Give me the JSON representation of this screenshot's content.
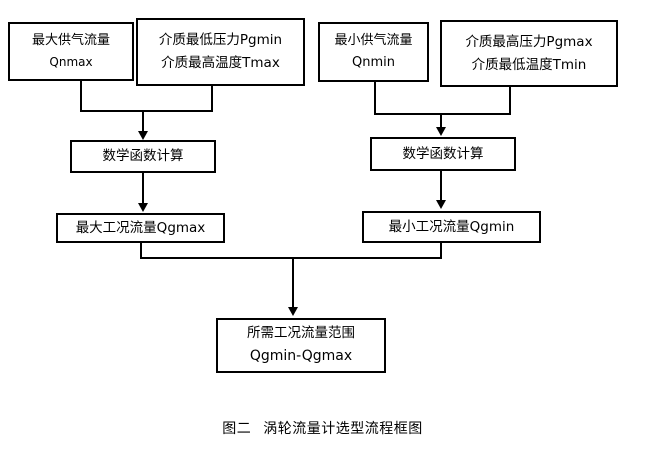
{
  "figure": {
    "caption_label": "图二",
    "caption_text": "涡轮流量计选型流程框图"
  },
  "diagram": {
    "type": "flowchart",
    "colors": {
      "background": "#ffffff",
      "box_border": "#000000",
      "box_fill": "#ffffff",
      "connector": "#000000",
      "text": "#000000"
    },
    "nodes": [
      {
        "id": "qnmax",
        "role": "input",
        "line1": "最大供气流量",
        "line2": "Qnmax"
      },
      {
        "id": "pgmin",
        "role": "input",
        "line1": "介质最低压力Pgmin",
        "line2": "介质最高温度Tmax"
      },
      {
        "id": "qnmin",
        "role": "input",
        "line1": "最小供气流量",
        "line2": "Qnmin"
      },
      {
        "id": "pgmax",
        "role": "input",
        "line1": "介质最高压力Pgmax",
        "line2": "介质最低温度Tmin"
      },
      {
        "id": "math_left",
        "role": "process",
        "line1": "数学函数计算"
      },
      {
        "id": "math_right",
        "role": "process",
        "line1": "数学函数计算"
      },
      {
        "id": "qgmax",
        "role": "result",
        "line1": "最大工况流量Qgmax"
      },
      {
        "id": "qgmin",
        "role": "result",
        "line1": "最小工况流量Qgmin"
      },
      {
        "id": "range",
        "role": "output",
        "line1": "所需工况流量范围",
        "line2": "Qgmin-Qgmax"
      }
    ],
    "edges": [
      {
        "from": "qnmax",
        "to": "math_left",
        "style": "elbow-merge-arrow"
      },
      {
        "from": "pgmin",
        "to": "math_left",
        "style": "elbow-merge-arrow"
      },
      {
        "from": "math_left",
        "to": "qgmax",
        "style": "straight-arrow"
      },
      {
        "from": "qnmin",
        "to": "math_right",
        "style": "elbow-merge-arrow"
      },
      {
        "from": "pgmax",
        "to": "math_right",
        "style": "elbow-merge-arrow"
      },
      {
        "from": "math_right",
        "to": "qgmin",
        "style": "straight-arrow"
      },
      {
        "from": "qgmax",
        "to": "range",
        "style": "elbow-merge-arrow"
      },
      {
        "from": "qgmin",
        "to": "range",
        "style": "elbow-merge-arrow"
      }
    ]
  }
}
